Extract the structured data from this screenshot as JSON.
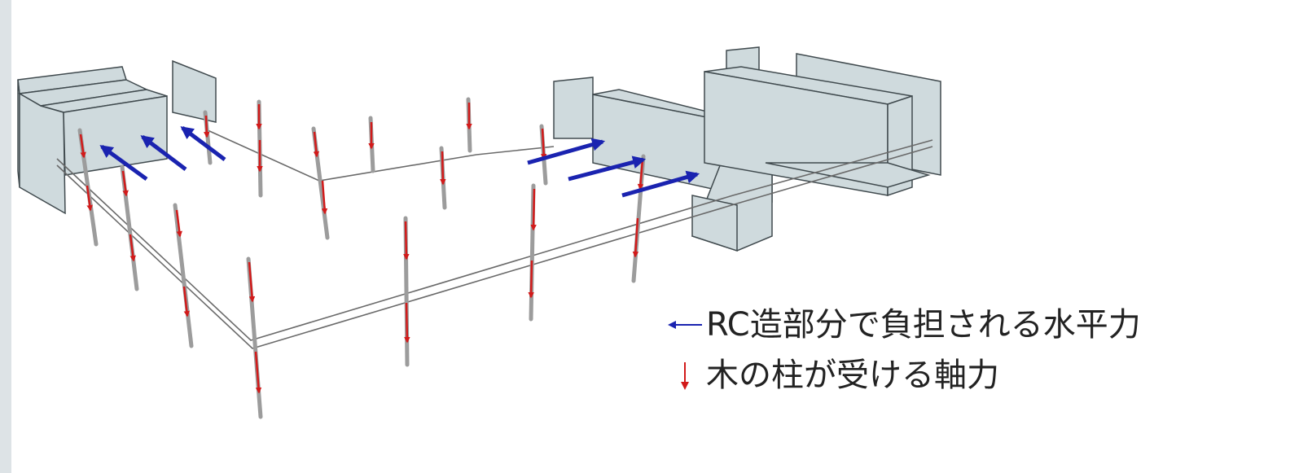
{
  "legend": [
    {
      "id": "horizontal",
      "label": "RC造部分で負担される水平力",
      "color": "#1a23b0"
    },
    {
      "id": "axial",
      "label": "木の柱が受ける軸力",
      "color": "#d21a1a"
    }
  ],
  "colors": {
    "rc_fill": "#cfdadd",
    "rc_stroke": "#404a4e",
    "slab_stroke": "#6a6a6a",
    "horizontal_force": "#1a23b0",
    "axial_force": "#d21a1a"
  }
}
